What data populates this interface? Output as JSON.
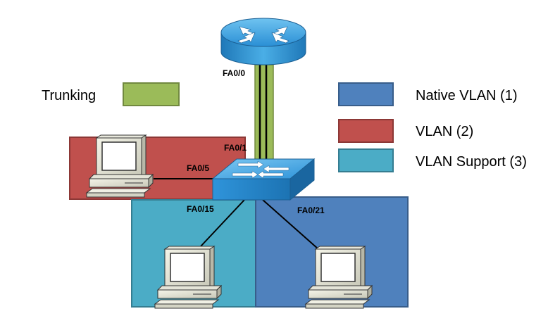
{
  "legend": {
    "trunking": {
      "label": "Trunking",
      "color": "#9bbb59"
    },
    "native_vlan": {
      "label": "Native VLAN (1)",
      "color": "#4f81bd"
    },
    "vlan2": {
      "label": "VLAN (2)",
      "color": "#c0504d"
    },
    "vlan_support": {
      "label": "VLAN  Support (3)",
      "color": "#4bacc6"
    }
  },
  "ports": {
    "router_port": "FA0/0",
    "switch_uplink": "FA0/1",
    "switch_port_pc_vlan2": "FA0/5",
    "switch_port_pc_support": "FA0/15",
    "switch_port_pc_native": "FA0/21"
  },
  "devices": {
    "router": {
      "icon": "router-icon"
    },
    "switch": {
      "icon": "switch-icon"
    },
    "pcs": [
      {
        "icon": "computer-icon",
        "zone": "VLAN (2)",
        "port": "FA0/5"
      },
      {
        "icon": "computer-icon",
        "zone": "VLAN  Support (3)",
        "port": "FA0/15"
      },
      {
        "icon": "computer-icon",
        "zone": "Native VLAN (1)",
        "port": "FA0/21"
      }
    ]
  },
  "colors": {
    "router_body": "#2b8fd6",
    "switch_body": "#2b8fd6",
    "trunk_link": "#9bbb59",
    "cable": "#000000"
  }
}
